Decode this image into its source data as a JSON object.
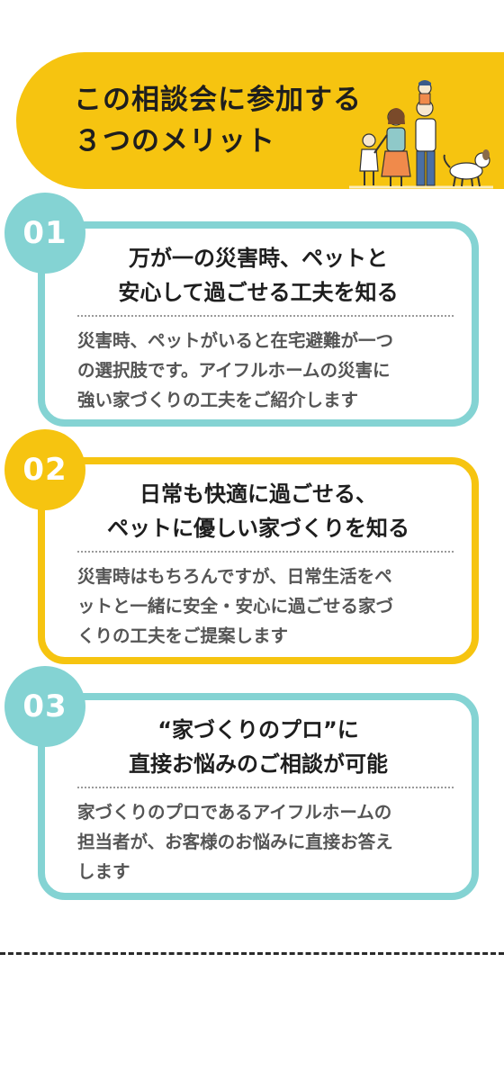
{
  "header": {
    "title_line1": "この相談会に参加する",
    "title_line2": "３つのメリット",
    "colors": {
      "banner": "#f6c410",
      "text": "#1e1e1e"
    },
    "illustration_icon": "family-with-dog-illustration"
  },
  "merits": [
    {
      "number": "01",
      "accent": "#84d3d3",
      "heading_line1": "万が一の災害時、ペットと",
      "heading_line2": "安心して過ごせる工夫を知る",
      "body_line1": "災害時、ペットがいると在宅避難が一つ",
      "body_line2": "の選択肢です。アイフルホームの災害に",
      "body_line3": "強い家づくりの工夫をご紹介します"
    },
    {
      "number": "02",
      "accent": "#f6c410",
      "heading_line1": "日常も快適に過ごせる、",
      "heading_line2": "ペットに優しい家づくりを知る",
      "body_line1": "災害時はもちろんですが、日常生活をペ",
      "body_line2": "ットと一緒に安全・安心に過ごせる家づ",
      "body_line3": "くりの工夫をご提案します"
    },
    {
      "number": "03",
      "accent": "#84d3d3",
      "heading_line1": "“家づくりのプロ”に",
      "heading_line2": "直接お悩みのご相談が可能",
      "body_line1": "家づくりのプロであるアイフルホームの",
      "body_line2": "担当者が、お客様のお悩みに直接お答え",
      "body_line3": "します"
    }
  ]
}
